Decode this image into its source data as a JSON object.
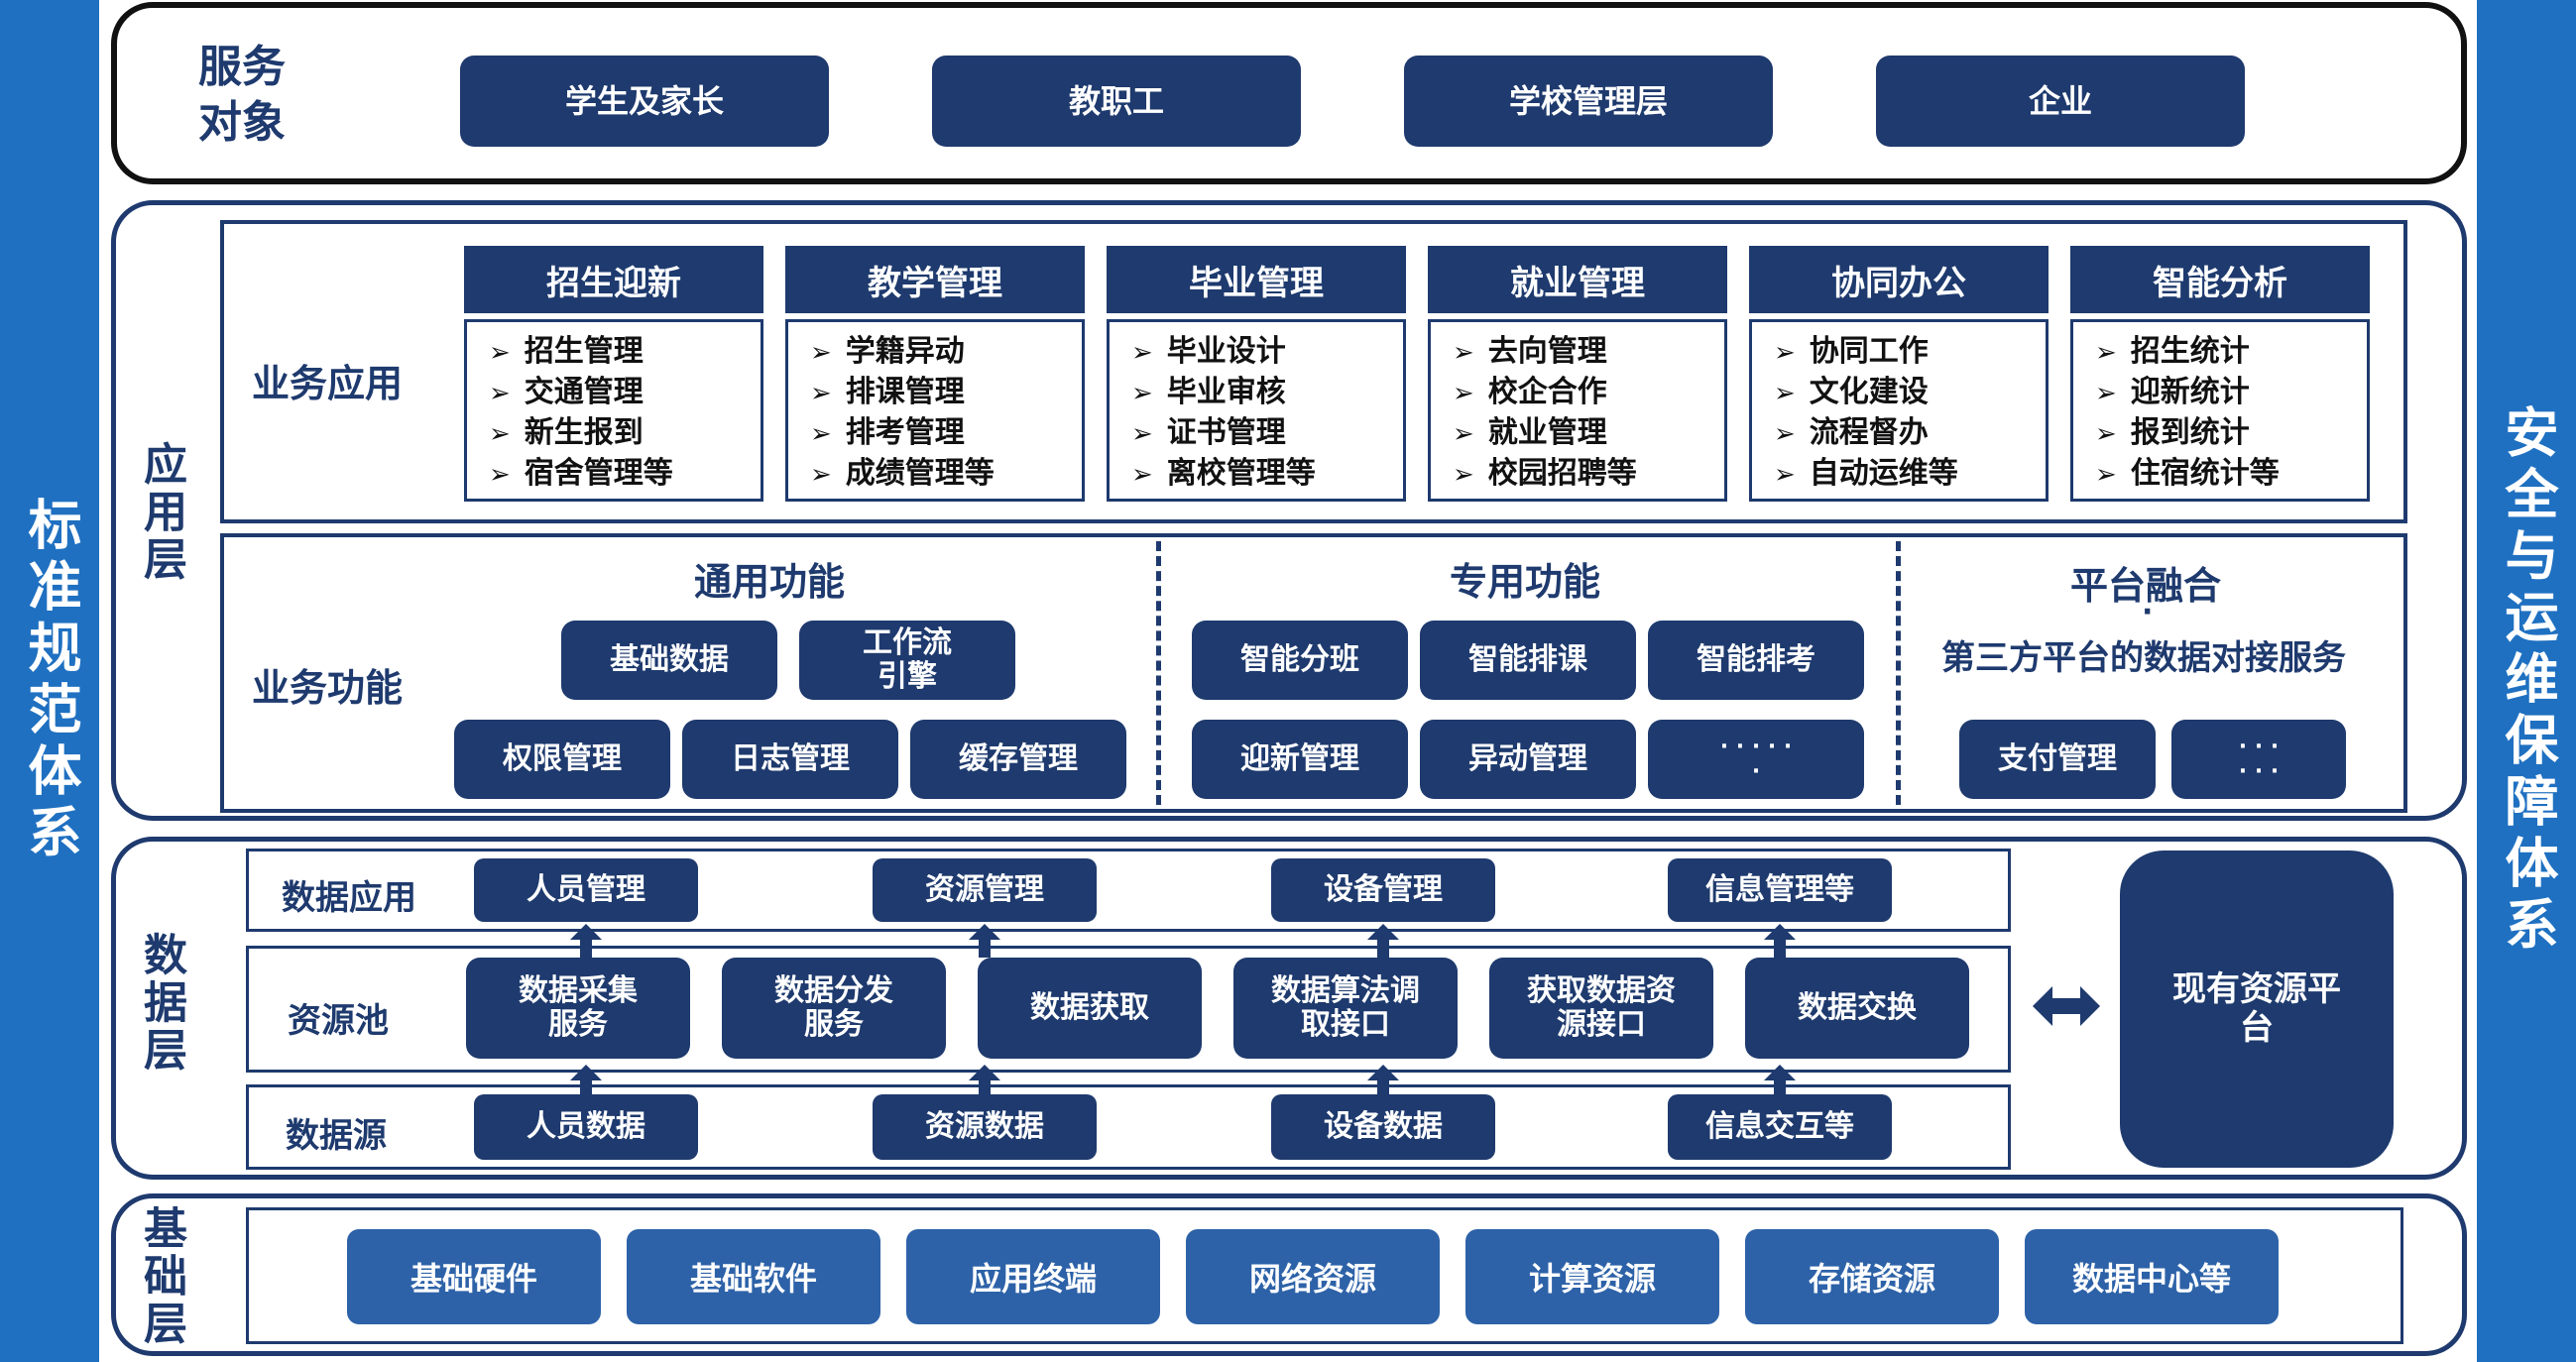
{
  "left_bar": "标准规范体系",
  "right_bar": "安全与运维保障体系",
  "service": {
    "label": "服务对象",
    "items": [
      "学生及家长",
      "教职工",
      "学校管理层",
      "企业"
    ]
  },
  "app_layer": {
    "label": "应用层",
    "biz_app_label": "业务应用",
    "modules": [
      {
        "title": "招生迎新",
        "items": [
          "招生管理",
          "交通管理",
          "新生报到",
          "宿舍管理等"
        ]
      },
      {
        "title": "教学管理",
        "items": [
          "学籍异动",
          "排课管理",
          "排考管理",
          "成绩管理等"
        ]
      },
      {
        "title": "毕业管理",
        "items": [
          "毕业设计",
          "毕业审核",
          "证书管理",
          "离校管理等"
        ]
      },
      {
        "title": "就业管理",
        "items": [
          "去向管理",
          "校企合作",
          "就业管理",
          "校园招聘等"
        ]
      },
      {
        "title": "协同办公",
        "items": [
          "协同工作",
          "文化建设",
          "流程督办",
          "自动运维等"
        ]
      },
      {
        "title": "智能分析",
        "items": [
          "招生统计",
          "迎新统计",
          "报到统计",
          "住宿统计等"
        ]
      }
    ],
    "biz_func_label": "业务功能",
    "general": {
      "title": "通用功能",
      "row1": [
        "基础数据",
        "工作流\n引擎"
      ],
      "row2": [
        "权限管理",
        "日志管理",
        "缓存管理"
      ]
    },
    "special": {
      "title": "专用功能",
      "row1": [
        "智能分班",
        "智能排课",
        "智能排考"
      ],
      "row2": [
        "迎新管理",
        "异动管理",
        "· · · · ·\n·"
      ]
    },
    "platform": {
      "title": "平台融合",
      "dot": "·",
      "subtitle": "第三方平台的数据对接服务",
      "items": [
        "支付管理",
        "· · ·\n· · ·"
      ]
    }
  },
  "data_layer": {
    "label": "数据层",
    "rows": {
      "app_label": "数据应用",
      "pool_label": "资源池",
      "source_label": "数据源"
    },
    "apps": [
      "人员管理",
      "资源管理",
      "设备管理",
      "信息管理等"
    ],
    "pool": [
      "数据采集\n服务",
      "数据分发\n服务",
      "数据获取",
      "数据算法调\n取接口",
      "获取数据资\n源接口",
      "数据交换"
    ],
    "sources": [
      "人员数据",
      "资源数据",
      "设备数据",
      "信息交互等"
    ],
    "existing": "现有资源平\n台"
  },
  "base_layer": {
    "label": "基础层",
    "items": [
      "基础硬件",
      "基础软件",
      "应用终端",
      "网络资源",
      "计算资源",
      "存储资源",
      "数据中心等"
    ]
  },
  "colors": {
    "navy": "#1e3a6e",
    "blue": "#2d62a8",
    "side": "#1f70c1"
  }
}
